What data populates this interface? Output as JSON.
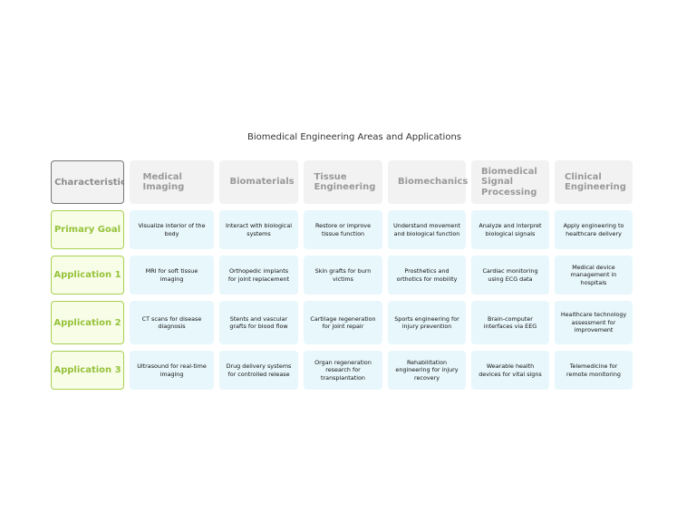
{
  "title": "Biomedical Engineering Areas and Applications",
  "corner_label": "Characteristic",
  "columns": [
    "Medical Imaging",
    "Biomaterials",
    "Tissue Engineering",
    "Biomechanics",
    "Biomedical Signal Processing",
    "Clinical Engineering"
  ],
  "rows": [
    {
      "label": "Primary Goal",
      "cells": [
        "Visualize interior of the body",
        "Interact with biological systems",
        "Restore or improve tissue function",
        "Understand movement and biological function",
        "Analyze and interpret biological signals",
        "Apply engineering to healthcare delivery"
      ]
    },
    {
      "label": "Application 1",
      "cells": [
        "MRI for soft tissue imaging",
        "Orthopedic implants for joint replacement",
        "Skin grafts for burn victims",
        "Prosthetics and orthotics for mobility",
        "Cardiac monitoring using ECG data",
        "Medical device management in hospitals"
      ]
    },
    {
      "label": "Application 2",
      "cells": [
        "CT scans for disease diagnosis",
        "Stents and vascular grafts for blood flow",
        "Cartilage regeneration for joint repair",
        "Sports engineering for injury prevention",
        "Brain-computer interfaces via EEG",
        "Healthcare technology assessment for improvement"
      ]
    },
    {
      "label": "Application 3",
      "cells": [
        "Ultrasound for real-time imaging",
        "Drug delivery systems for controlled release",
        "Organ regeneration research for transplantation",
        "Rehabilitation engineering for injury recovery",
        "Wearable health devices for vital signs",
        "Telemedicine for remote monitoring"
      ]
    }
  ],
  "colors": {
    "header_bg": "#f2f2f2",
    "header_text": "#999999",
    "row_header_bg": "#f8fde8",
    "row_header_border": "#a9d050",
    "row_header_text": "#96c23a",
    "body_bg": "#e8f7fc"
  }
}
